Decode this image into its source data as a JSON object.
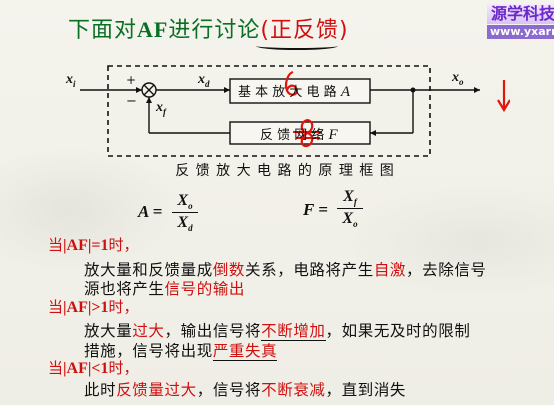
{
  "slide": {
    "title_prefix": "下面对",
    "title_af": "AF",
    "title_middle": "进行讨论",
    "title_paren": "(正反馈)",
    "logo_line1": "源学科技",
    "logo_line2": "www.yxarm.n",
    "diagram": {
      "xi": "x",
      "xi_sub": "i",
      "plus": "+",
      "minus": "−",
      "xd": "x",
      "xd_sub": "d",
      "xf": "x",
      "xf_sub": "f",
      "xo": "x",
      "xo_sub": "o",
      "amp_label": "基 本 放 大 电 路",
      "amp_var": "A",
      "fb_label": "反 馈 网 络",
      "fb_var": "F",
      "caption": "反 馈 放 大 电 路 的 原 理 框 图"
    },
    "formula_a": {
      "lhs": "A",
      "num": "X",
      "num_sub": "o",
      "den": "X",
      "den_sub": "d"
    },
    "formula_f": {
      "lhs": "F",
      "num": "X",
      "num_sub": "f",
      "den": "X",
      "den_sub": "o"
    },
    "cond1": {
      "prefix": "当",
      "expr": "|AF|=1",
      "suffix": "时，"
    },
    "cond1_text": [
      {
        "t": "放大量和反馈量成",
        "c": "black"
      },
      {
        "t": "倒数",
        "c": "red"
      },
      {
        "t": "关系，电路将产生",
        "c": "black"
      },
      {
        "t": "自激",
        "c": "red"
      },
      {
        "t": "，去除信号",
        "c": "black"
      }
    ],
    "cond1_text2": [
      {
        "t": "源也将产生",
        "c": "black"
      },
      {
        "t": "信号的输出",
        "c": "red"
      }
    ],
    "cond2": {
      "prefix": "当",
      "expr": "|AF|>1",
      "suffix": "时，"
    },
    "cond2_text": [
      {
        "t": "放大量",
        "c": "black"
      },
      {
        "t": "过大",
        "c": "red"
      },
      {
        "t": "，输出信号将",
        "c": "black"
      },
      {
        "t": "不断增加",
        "c": "red"
      },
      {
        "t": "，如果无及时的限制",
        "c": "black"
      }
    ],
    "cond2_text2": [
      {
        "t": "措施，信号将出现",
        "c": "black"
      },
      {
        "t": "严重失真",
        "c": "red"
      }
    ],
    "cond3": {
      "prefix": "当",
      "expr": "|AF|<1",
      "suffix": "时，"
    },
    "cond3_text": [
      {
        "t": "此时",
        "c": "black"
      },
      {
        "t": "反馈量过大",
        "c": "red"
      },
      {
        "t": "，信号将",
        "c": "black"
      },
      {
        "t": "不断衰减",
        "c": "red"
      },
      {
        "t": "，直到消失",
        "c": "black"
      }
    ],
    "colors": {
      "title_green": "#0a6f24",
      "accent_red": "#d01010",
      "logo_purple": "#6b28c8"
    }
  }
}
